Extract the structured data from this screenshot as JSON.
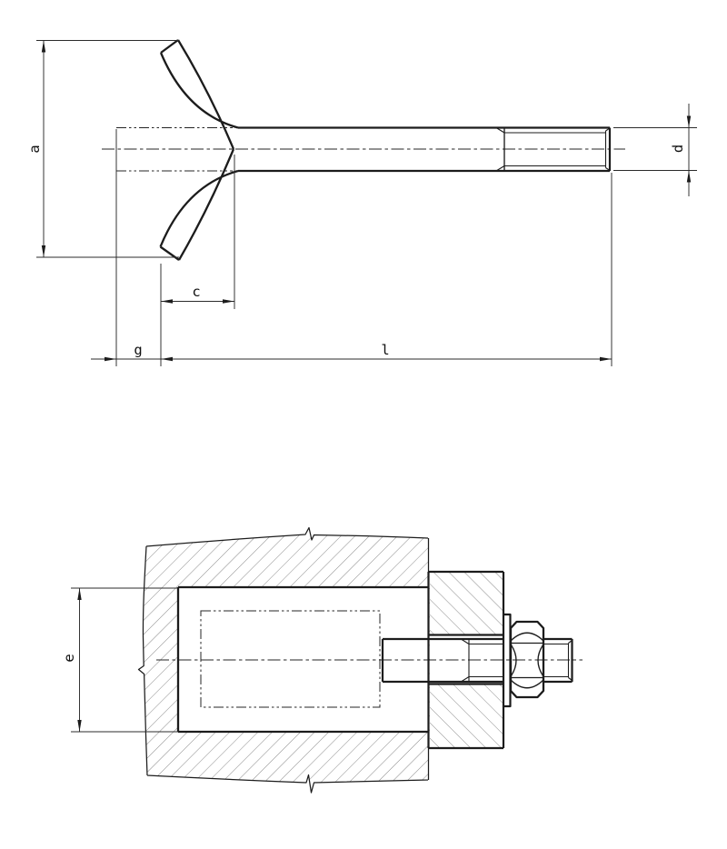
{
  "colors": {
    "background": "#ffffff",
    "lines": "#1c1c1c",
    "dimension_lines": "#2b2b2b",
    "hatching": "#7d7d7d"
  },
  "top_view": {
    "dim_labels": {
      "a": "a",
      "c": "c",
      "g": "g",
      "l": "l",
      "d": "d"
    }
  },
  "section_view": {
    "dim_labels": {
      "e": "e"
    }
  }
}
